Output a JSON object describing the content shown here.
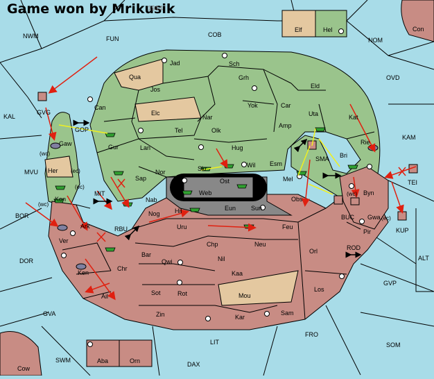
{
  "header": {
    "title": "Game won by Mrikusik",
    "overlay_number": "1914"
  },
  "colors": {
    "sea": "#a8dce8",
    "green": "#9ac48c",
    "red": "#c88c84",
    "tan": "#e4c8a0",
    "gray": "#888888",
    "arrow": "#e02010",
    "support": "#f0f020",
    "unit_green": "#30a030",
    "unit_red": "#c88c84"
  },
  "sea_labels": [
    "NWM",
    "FUN",
    "COB",
    "NOM",
    "Con",
    "OVD",
    "KAL",
    "KAM",
    "MVU",
    "BOR",
    "TEI",
    "DOR",
    "ALT",
    "GVP",
    "GVA",
    "SOM",
    "FRO",
    "LIT",
    "SWM",
    "DAX",
    "Cow",
    "GOP",
    "MIT",
    "RBU",
    "ROD",
    "SMA",
    "BUC",
    "KUP",
    "GVG"
  ],
  "green_labels": [
    "Jad",
    "Sch",
    "Qua",
    "Jos",
    "Grh",
    "Eld",
    "Can",
    "Yok",
    "Car",
    "Elc",
    "Nar",
    "Uta",
    "Kat",
    "Amp",
    "Tel",
    "Olk",
    "Gaw",
    "Gur",
    "Lan",
    "Hug",
    "Rie",
    "Bri",
    "Nor",
    "Wil",
    "Esm",
    "Sap",
    "Skr",
    "Ost",
    "Kon",
    "Hel"
  ],
  "red_labels": [
    "Web",
    "Mel",
    "Byn",
    "Nab",
    "Obs",
    "Nog",
    "Hil",
    "Sun",
    "Uru",
    "Feu",
    "Ark",
    "Ver",
    "Gwa",
    "Pir",
    "Chp",
    "Neu",
    "Bar",
    "Qwi",
    "Nil",
    "Orl",
    "Chr",
    "Ken",
    "Kaa",
    "Sot",
    "Rot",
    "Los",
    "Ail",
    "Zin",
    "Kar",
    "Sam",
    "Aba",
    "Orn"
  ],
  "tan_labels": [
    "Elf",
    "Her",
    "Eun",
    "Mou"
  ],
  "small_labels": [
    "(wc)",
    "(ec)",
    "(wc)",
    "(ec)",
    "(wc)",
    "(ec)"
  ]
}
